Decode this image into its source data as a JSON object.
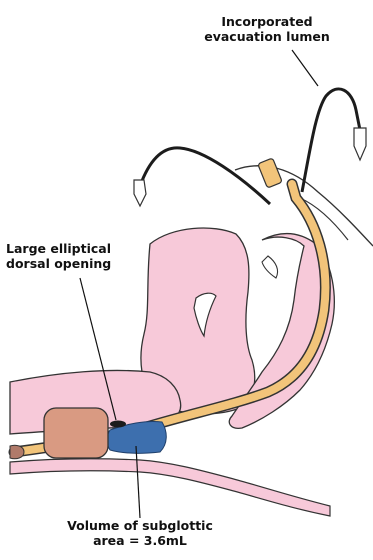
{
  "labels": {
    "evacuation_lumen": [
      "Incorporated",
      "evacuation lumen"
    ],
    "dorsal_opening": [
      "Large elliptical",
      "dorsal opening"
    ],
    "subglottic_volume": [
      "Volume of subglottic",
      "area = 3.6mL"
    ]
  },
  "colors": {
    "tissue": "#f7c9d9",
    "tube": "#f2c47a",
    "cuff": "#d99a82",
    "subglottic_fill": "#3d6fae",
    "evacuation_line": "#1c1c1c",
    "outline": "#333333"
  }
}
